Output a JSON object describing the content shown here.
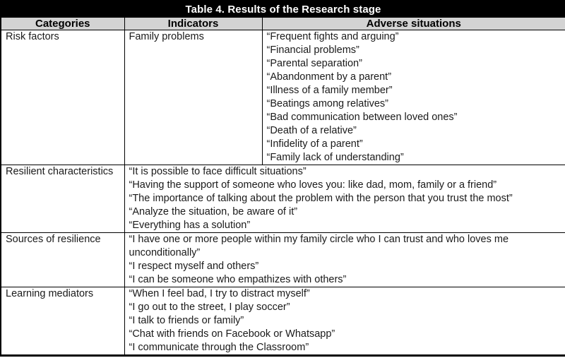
{
  "table": {
    "title": "Table 4. Results of the Research stage",
    "columns": [
      "Categories",
      "Indicators",
      "Adverse situations"
    ],
    "colors": {
      "title_bg": "#000000",
      "title_fg": "#ffffff",
      "header_bg": "#d3d3d3",
      "border": "#000000"
    },
    "rows": [
      {
        "category": "Risk factors",
        "indicator": "Family problems",
        "items": [
          "“Frequent fights and arguing”",
          "“Financial problems”",
          "“Parental separation”",
          "“Abandonment by a parent”",
          "“Illness of a family member”",
          "“Beatings among relatives”",
          "“Bad communication between loved ones”",
          "“Death of a relative”",
          "“Infidelity of a parent”",
          "“Family lack of understanding”"
        ]
      },
      {
        "category": "Resilient characteristics",
        "items": [
          "“It is possible to face difficult situations”",
          "“Having the support of someone who loves you: like dad, mom, family or a friend”",
          "“The importance of talking about the problem with the person that you trust the most”",
          "“Analyze the situation, be aware of it”",
          "“Everything has a solution”"
        ]
      },
      {
        "category": "Sources of resilience",
        "items": [
          "“I have one or more people within my family circle who I can trust and who loves me unconditionally”",
          "“I respect myself and others”",
          "“I can be someone who empathizes with others”"
        ]
      },
      {
        "category": "Learning mediators",
        "items": [
          "“When I feel bad, I try to distract myself”",
          "“I go out to the street, I play soccer”",
          "“I talk to friends or family”",
          "“Chat with friends on Facebook or Whatsapp”",
          "“I communicate through the Classroom”"
        ]
      }
    ]
  }
}
